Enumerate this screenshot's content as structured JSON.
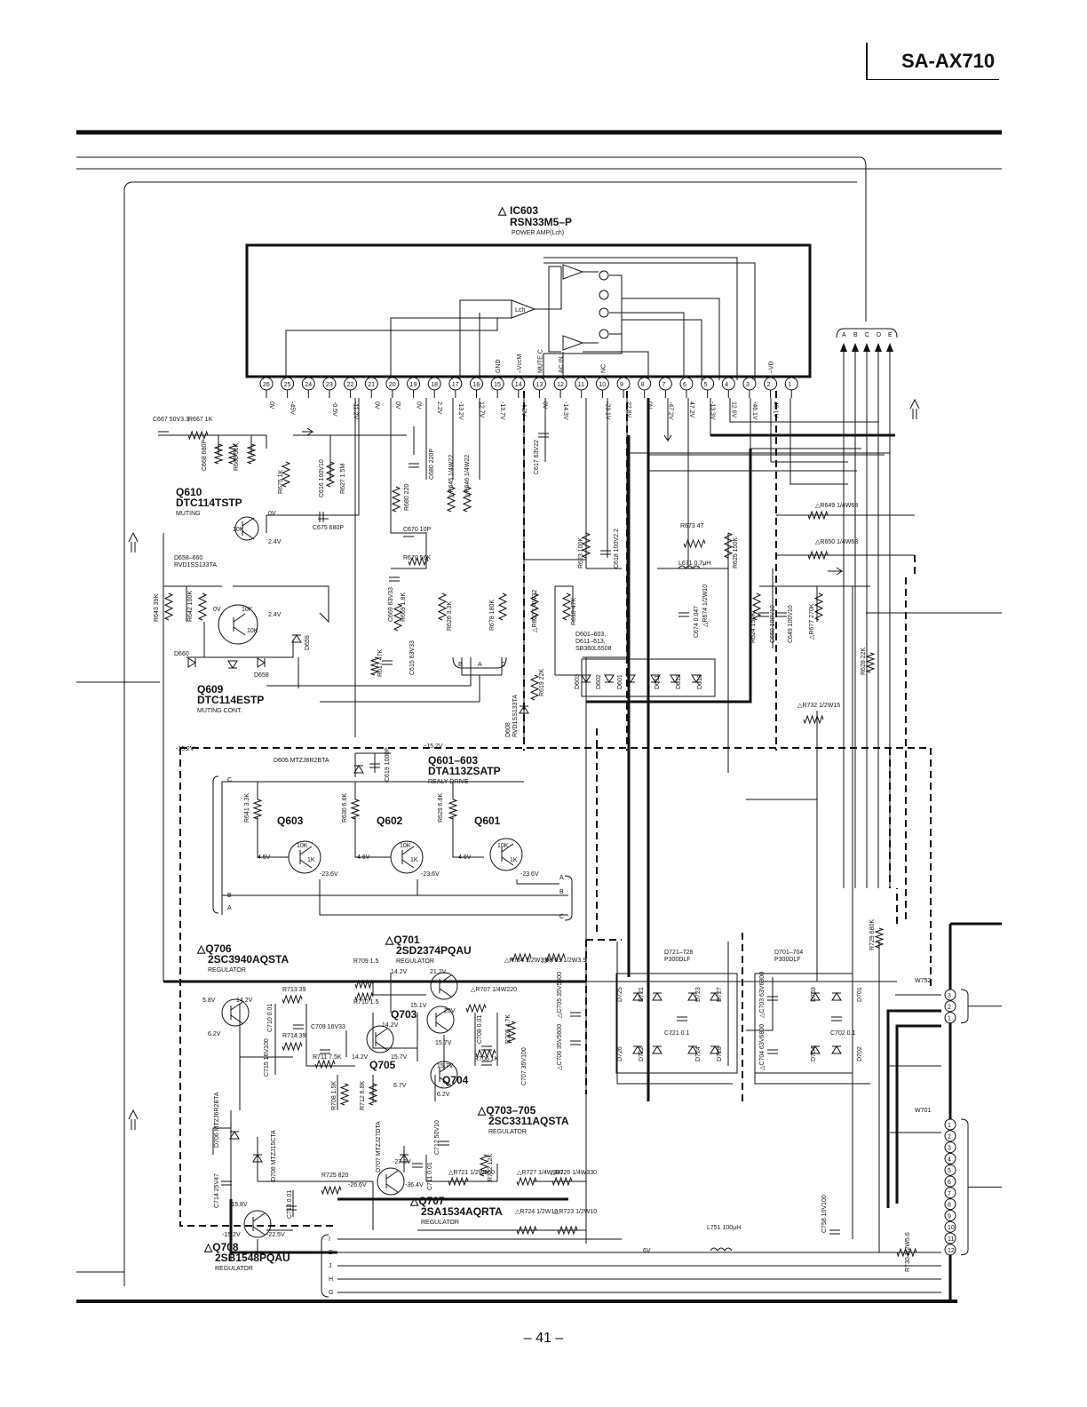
{
  "model": "SA-AX710",
  "page_number": "– 41 –",
  "ic": {
    "ref": "IC603",
    "part": "RSN33M5–P",
    "desc": "POWER AMP(Lch)",
    "block_label": "Lch",
    "pins": [
      {
        "n": "26",
        "v": "0V"
      },
      {
        "n": "25",
        "v": "-45V"
      },
      {
        "n": "24",
        "v": ""
      },
      {
        "n": "23",
        "v": "-0.5V"
      },
      {
        "n": "22",
        "v": "-11.2V"
      },
      {
        "n": "21",
        "v": "0V"
      },
      {
        "n": "20",
        "v": "0V"
      },
      {
        "n": "19",
        "v": "0V"
      },
      {
        "n": "18",
        "v": "2.2V"
      },
      {
        "n": "17",
        "v": "-13.2V"
      },
      {
        "n": "16",
        "v": "12.7V"
      },
      {
        "n": "15",
        "v": "-13.7V"
      },
      {
        "n": "14",
        "v": "-4.2V"
      },
      {
        "n": "13",
        "v": "0V"
      },
      {
        "n": "12",
        "v": "-14.3V"
      },
      {
        "n": "11",
        "v": ""
      },
      {
        "n": "10",
        "v": "-23.1V"
      },
      {
        "n": "9",
        "v": "22.8V"
      },
      {
        "n": "8",
        "v": "0V"
      },
      {
        "n": "7",
        "v": "-47.2V"
      },
      {
        "n": "6",
        "v": "47.2V"
      },
      {
        "n": "5",
        "v": "-13.3V"
      },
      {
        "n": "4",
        "v": "12.6V"
      },
      {
        "n": "3",
        "v": "-46.1V"
      },
      {
        "n": "2",
        "v": "46.1V"
      },
      {
        "n": "1",
        "v": ""
      }
    ],
    "pin_names": [
      {
        "pin": "15",
        "t": "GND"
      },
      {
        "pin": "14",
        "t": "–VccM"
      },
      {
        "pin": "13",
        "t": "MUTE C"
      },
      {
        "pin": "12",
        "t": "AC IN"
      },
      {
        "pin": "10",
        "t": "NC"
      },
      {
        "pin": "2",
        "t": "–VD"
      }
    ]
  },
  "bus_letters": [
    "A",
    "B",
    "C",
    "D",
    "E"
  ],
  "transistors": [
    {
      "ref": "Q610",
      "part": "DTC114TSTP",
      "desc": "MUTING"
    },
    {
      "ref": "Q609",
      "part": "DTC114ESTP",
      "desc": "MUTING CONT."
    },
    {
      "ref": "Q601–603",
      "part": "DTA113ZSATP",
      "desc": "REALY DRIVE"
    },
    {
      "ref": "Q603",
      "part": "",
      "desc": ""
    },
    {
      "ref": "Q602",
      "part": "",
      "desc": ""
    },
    {
      "ref": "Q601",
      "part": "",
      "desc": ""
    },
    {
      "ref": "Q706",
      "part": "2SC3940AQSTA",
      "desc": "REGULATOR"
    },
    {
      "ref": "Q701",
      "part": "2SD2374PQAU",
      "desc": "REGULATOR"
    },
    {
      "ref": "Q703–705",
      "part": "2SC3311AQSTA",
      "desc": "REGULATOR"
    },
    {
      "ref": "Q707",
      "part": "2SA1534AQRTA",
      "desc": "REGULATOR"
    },
    {
      "ref": "Q708",
      "part": "2SB1548PQAU",
      "desc": "REGULATOR"
    },
    {
      "ref": "Q703",
      "part": "",
      "desc": ""
    },
    {
      "ref": "Q705",
      "part": "",
      "desc": ""
    },
    {
      "ref": "Q704",
      "part": "",
      "desc": ""
    }
  ],
  "parts": [
    {
      "ref": "C667",
      "val": "50V3.3"
    },
    {
      "ref": "R667",
      "val": "1K"
    },
    {
      "ref": "C668",
      "val": "680P"
    },
    {
      "ref": "R668",
      "val": "56K"
    },
    {
      "ref": "R675",
      "val": "1K"
    },
    {
      "ref": "C616",
      "val": "100V10"
    },
    {
      "ref": "R627",
      "val": "1.5M"
    },
    {
      "ref": "C675",
      "val": "680P"
    },
    {
      "ref": "R680",
      "val": "220"
    },
    {
      "ref": "C680",
      "val": "220P"
    },
    {
      "ref": "R645",
      "val": "1/4W22"
    },
    {
      "ref": "R646",
      "val": "1/4W22"
    },
    {
      "ref": "C617",
      "val": "63V22"
    },
    {
      "ref": "C670",
      "val": "10P"
    },
    {
      "ref": "R670",
      "val": "56K"
    },
    {
      "ref": "R623",
      "val": "100K"
    },
    {
      "ref": "C618",
      "val": "100V2.2"
    },
    {
      "ref": "R673",
      "val": "47"
    },
    {
      "ref": "L671",
      "val": "0.7μH"
    },
    {
      "ref": "R625",
      "val": "150K"
    },
    {
      "ref": "R649",
      "val": "1/4W68"
    },
    {
      "ref": "R650",
      "val": "1/4W68"
    },
    {
      "ref": "R643",
      "val": "39K"
    },
    {
      "ref": "R642",
      "val": "100K"
    },
    {
      "ref": "C669",
      "val": "63V33"
    },
    {
      "ref": "R669",
      "val": "1.8K"
    },
    {
      "ref": "R626",
      "val": "3.3K"
    },
    {
      "ref": "R678",
      "val": "180K"
    },
    {
      "ref": "R620",
      "val": "1/4W22"
    },
    {
      "ref": "R618",
      "val": "47K"
    },
    {
      "ref": "R674",
      "val": "1/2W10"
    },
    {
      "ref": "C674",
      "val": "0.047"
    },
    {
      "ref": "R624",
      "val": "150K"
    },
    {
      "ref": "C650",
      "val": "100V10"
    },
    {
      "ref": "C649",
      "val": "100V10"
    },
    {
      "ref": "R677",
      "val": "270K"
    },
    {
      "ref": "R617",
      "val": "47K"
    },
    {
      "ref": "C615",
      "val": "63V33"
    },
    {
      "ref": "R619",
      "val": "22K"
    },
    {
      "ref": "R628",
      "val": "22K"
    },
    {
      "ref": "R732",
      "val": "1/2W15"
    },
    {
      "ref": "D605",
      "val": "MTZJ6R2BTA"
    },
    {
      "ref": "C619",
      "val": "1000P"
    },
    {
      "ref": "R641",
      "val": "3.3K"
    },
    {
      "ref": "R630",
      "val": "6.8K"
    },
    {
      "ref": "R629",
      "val": "6.8K"
    },
    {
      "ref": "R709",
      "val": "1.5"
    },
    {
      "ref": "R710",
      "val": "1.5"
    },
    {
      "ref": "R713",
      "val": "39"
    },
    {
      "ref": "R714",
      "val": "39"
    },
    {
      "ref": "C710",
      "val": "0.01"
    },
    {
      "ref": "C709",
      "val": "16V33"
    },
    {
      "ref": "C715",
      "val": "16V100"
    },
    {
      "ref": "R711",
      "val": "7.5K"
    },
    {
      "ref": "R708",
      "val": "1.5K"
    },
    {
      "ref": "R712",
      "val": "6.8K"
    },
    {
      "ref": "R707",
      "val": "1/4W220"
    },
    {
      "ref": "C708",
      "val": "0.01"
    },
    {
      "ref": "R705",
      "val": "4.7K"
    },
    {
      "ref": "R706",
      "val": "1K"
    },
    {
      "ref": "C707",
      "val": "35V100"
    },
    {
      "ref": "R704",
      "val": "1/2W3.9"
    },
    {
      "ref": "R703",
      "val": "1/2W3.9"
    },
    {
      "ref": "C705",
      "val": "35V5600"
    },
    {
      "ref": "C706",
      "val": "35V5600"
    },
    {
      "ref": "C721",
      "val": "0.1"
    },
    {
      "ref": "C703",
      "val": "63V6800"
    },
    {
      "ref": "C704",
      "val": "63V6800"
    },
    {
      "ref": "C702",
      "val": "0.1"
    },
    {
      "ref": "R729",
      "val": "680K"
    },
    {
      "ref": "D706",
      "val": "MTZJ6R2BTA"
    },
    {
      "ref": "D708",
      "val": "MTZJ15CTA"
    },
    {
      "ref": "D707",
      "val": "MTZJ27DTA"
    },
    {
      "ref": "C712",
      "val": "50V10"
    },
    {
      "ref": "C711",
      "val": "0.01"
    },
    {
      "ref": "R721",
      "val": "1/2W560"
    },
    {
      "ref": "R722",
      "val": "12K"
    },
    {
      "ref": "R727",
      "val": "1/4W330"
    },
    {
      "ref": "R726",
      "val": "1/4W330"
    },
    {
      "ref": "R725",
      "val": "820"
    },
    {
      "ref": "C714",
      "val": "25V47"
    },
    {
      "ref": "C713",
      "val": "0.01"
    },
    {
      "ref": "R724",
      "val": "1/2W10"
    },
    {
      "ref": "R723",
      "val": "1/2W10"
    },
    {
      "ref": "L751",
      "val": "100μH"
    },
    {
      "ref": "C758",
      "val": "10V100"
    },
    {
      "ref": "R730",
      "val": "1/2W5.6"
    }
  ],
  "diodes": [
    {
      "ref": "D658–660",
      "val": "RVD1SS133TA"
    },
    {
      "ref": "D659",
      "val": ""
    },
    {
      "ref": "D660",
      "val": ""
    },
    {
      "ref": "D658",
      "val": ""
    },
    {
      "ref": "D608",
      "val": "RVD1SS133TA"
    },
    {
      "ref": "D601–603,\nD611–613,",
      "val": "SB360L6508"
    },
    {
      "ref": "D603",
      "val": ""
    },
    {
      "ref": "D602",
      "val": ""
    },
    {
      "ref": "D601",
      "val": ""
    },
    {
      "ref": "D611",
      "val": ""
    },
    {
      "ref": "D612",
      "val": ""
    },
    {
      "ref": "D613",
      "val": ""
    },
    {
      "ref": "D721–728",
      "val": "P300DLF"
    },
    {
      "ref": "D701–704",
      "val": "P300DLF"
    }
  ],
  "voltages": [
    "0V",
    "2.4V",
    "2.4V",
    "0V",
    "-15.2V",
    "4.5V",
    "-23.6V",
    "4.6V",
    "-23.6V",
    "4.6V",
    "-23.6V",
    "5.8V",
    "14.2V",
    "6.2V",
    "14.2V",
    "21.2V",
    "15.1V",
    "20V",
    "14.2V",
    "15.7V",
    "14.2V",
    "15.7V",
    "15.7V",
    "6.7V",
    "6.2V",
    "-27.2V",
    "-26.6V",
    "-36.4V",
    "-15.8V",
    "-15.2V",
    "-22.5V",
    "6V"
  ],
  "connectors": [
    {
      "ref": "W752",
      "pins": [
        "3",
        "2",
        "1"
      ]
    },
    {
      "ref": "W701",
      "pins": [
        "1",
        "2",
        "3",
        "4",
        "5",
        "6",
        "7",
        "8",
        "9",
        "10",
        "11",
        "12"
      ]
    }
  ],
  "bus_refs": [
    "C",
    "B",
    "A",
    "A",
    "B",
    "C",
    "B",
    "A",
    "C",
    "I",
    "D",
    "J",
    "H",
    "G"
  ],
  "resistor_network": [
    "10K",
    "10K",
    "10K",
    "1K",
    "10K",
    "1K",
    "10K",
    "1K",
    "10K"
  ],
  "colors": {
    "ink": "#111111",
    "paper": "#ffffff"
  }
}
